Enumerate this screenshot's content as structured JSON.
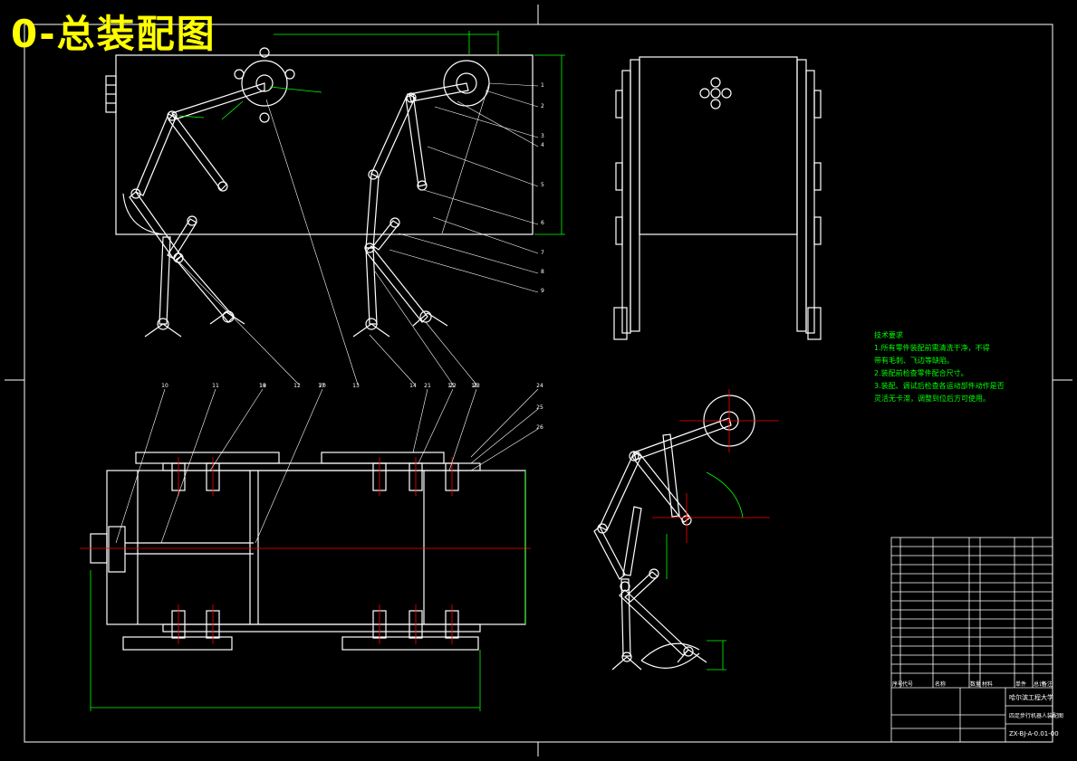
{
  "title": "0-总装配图",
  "tech_notes": {
    "heading": "技术要求",
    "lines": [
      "1.所有零件装配前需清洗干净，不得",
      "带有毛刺、飞边等缺陷。",
      "2.装配前检查零件配合尺寸。",
      "3.装配、调试后检查各运动部件动作是否",
      "灵活无卡滞，调整到位后方可使用。"
    ]
  },
  "balloons_top_right": [
    "1",
    "2",
    "3",
    "4",
    "5",
    "6",
    "7",
    "8",
    "9"
  ],
  "balloons_top_bottom": [
    "12",
    "13",
    "14",
    "15",
    "16",
    "17",
    "18"
  ],
  "balloons_plan_top": [
    "10",
    "11",
    "19",
    "20",
    "21",
    "22",
    "23",
    "24",
    "25",
    "26"
  ],
  "title_block": {
    "row_headers": [
      "序号",
      "代号",
      "名称",
      "数量",
      "材料",
      "单件",
      "总计",
      "备注"
    ],
    "school": "哈尔滨工程大学",
    "drawing_name": "四足步行机器人装配图",
    "drawing_code": "ZX-BJ-A-0.01-00"
  },
  "colors": {
    "outline": "#ffffff",
    "dimension": "#00ff00",
    "centerline": "#ff0000",
    "title": "#ffff00"
  }
}
